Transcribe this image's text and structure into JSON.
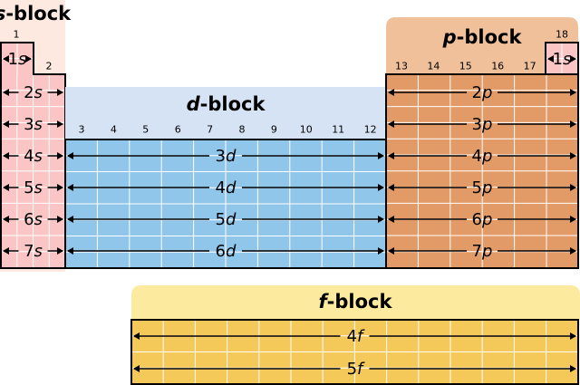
{
  "blocks": {
    "s": {
      "letter": "s",
      "suffix": "-block",
      "periods": [
        [
          "1",
          "s"
        ],
        [
          "2",
          "s"
        ],
        [
          "3",
          "s"
        ],
        [
          "4",
          "s"
        ],
        [
          "5",
          "s"
        ],
        [
          "6",
          "s"
        ],
        [
          "7",
          "s"
        ]
      ],
      "groups": [
        "1",
        "2"
      ]
    },
    "d": {
      "letter": "d",
      "suffix": "-block",
      "periods": [
        [
          "3",
          "d"
        ],
        [
          "4",
          "d"
        ],
        [
          "5",
          "d"
        ],
        [
          "6",
          "d"
        ]
      ],
      "groups": [
        "3",
        "4",
        "5",
        "6",
        "7",
        "8",
        "9",
        "10",
        "11",
        "12"
      ]
    },
    "p": {
      "letter": "p",
      "suffix": "-block",
      "periods": [
        [
          "2",
          "p"
        ],
        [
          "3",
          "p"
        ],
        [
          "4",
          "p"
        ],
        [
          "5",
          "p"
        ],
        [
          "6",
          "p"
        ],
        [
          "7",
          "p"
        ]
      ],
      "groups": [
        "13",
        "14",
        "15",
        "16",
        "17"
      ]
    },
    "he": {
      "label": [
        "1",
        "s"
      ],
      "group": "18"
    },
    "f": {
      "letter": "f",
      "suffix": "-block",
      "periods": [
        [
          "4",
          "f"
        ],
        [
          "5",
          "f"
        ]
      ]
    }
  },
  "colors": {
    "s_title_bg": "#fde9e0",
    "s_fill": "#fbc5c5",
    "d_title_bg": "#d6e3f5",
    "d_fill": "#90c6ea",
    "p_title_bg": "#efc09a",
    "p_fill": "#e29b66",
    "f_title_bg": "#fcea9e",
    "f_fill": "#f4c95a",
    "grid": "#ffffff",
    "border": "#000000"
  }
}
